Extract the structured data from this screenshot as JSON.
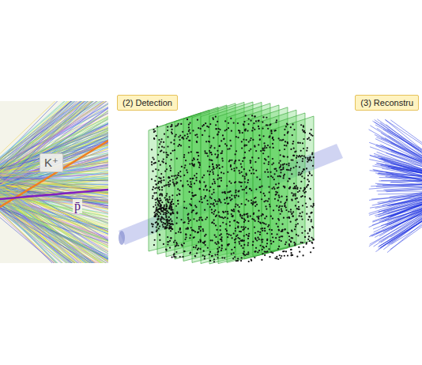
{
  "diagram": {
    "nodes": [
      {
        "text": [
          "K⁺"
        ]
      },
      {
        "text": [
          "(2) Detection"
        ]
      },
      {
        "text": [
          "(3) Reconstru"
        ]
      }
    ],
    "labels": [
      "p̄"
    ]
  }
}
